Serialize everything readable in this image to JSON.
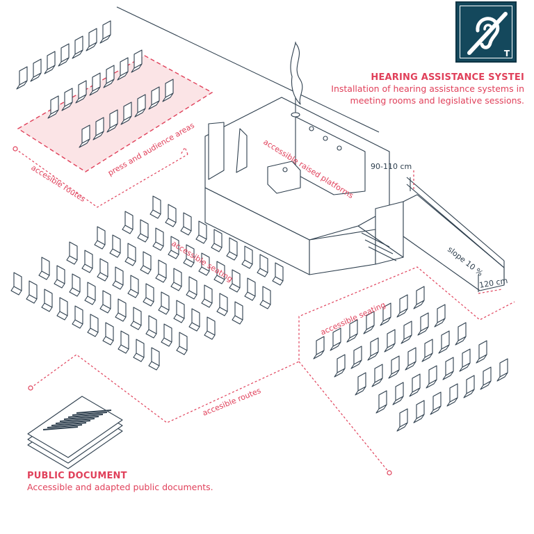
{
  "hearing_assistance": {
    "title": "HEARING ASSISTANCE SYSTEI",
    "description": [
      "Installation of hearing assistance systems in",
      "meeting rooms and legislative sessions."
    ],
    "badge_letter": "T",
    "icon": "ear-with-slash-icon"
  },
  "public_document": {
    "title": "PUBLIC DOCUMENT",
    "description": "Accessible and adapted public documents.",
    "icon": "document-stack-icon"
  },
  "labels": {
    "press_areas": "press and audience areas",
    "routes_left": "accesible routes",
    "routes_bottom": "accesible routes",
    "raised_platforms": "accessible raised platforms",
    "seating_left": "accessible seating",
    "seating_right": "accessible seating",
    "rail_height": "90-110 cm",
    "slope": "slope 10 %",
    "ramp_width": "120 cm"
  },
  "colors": {
    "accent": "#e0405a",
    "line": "#2d3e4d",
    "press_fill": "#fbe4e6",
    "badge_bg": "#14485c"
  }
}
